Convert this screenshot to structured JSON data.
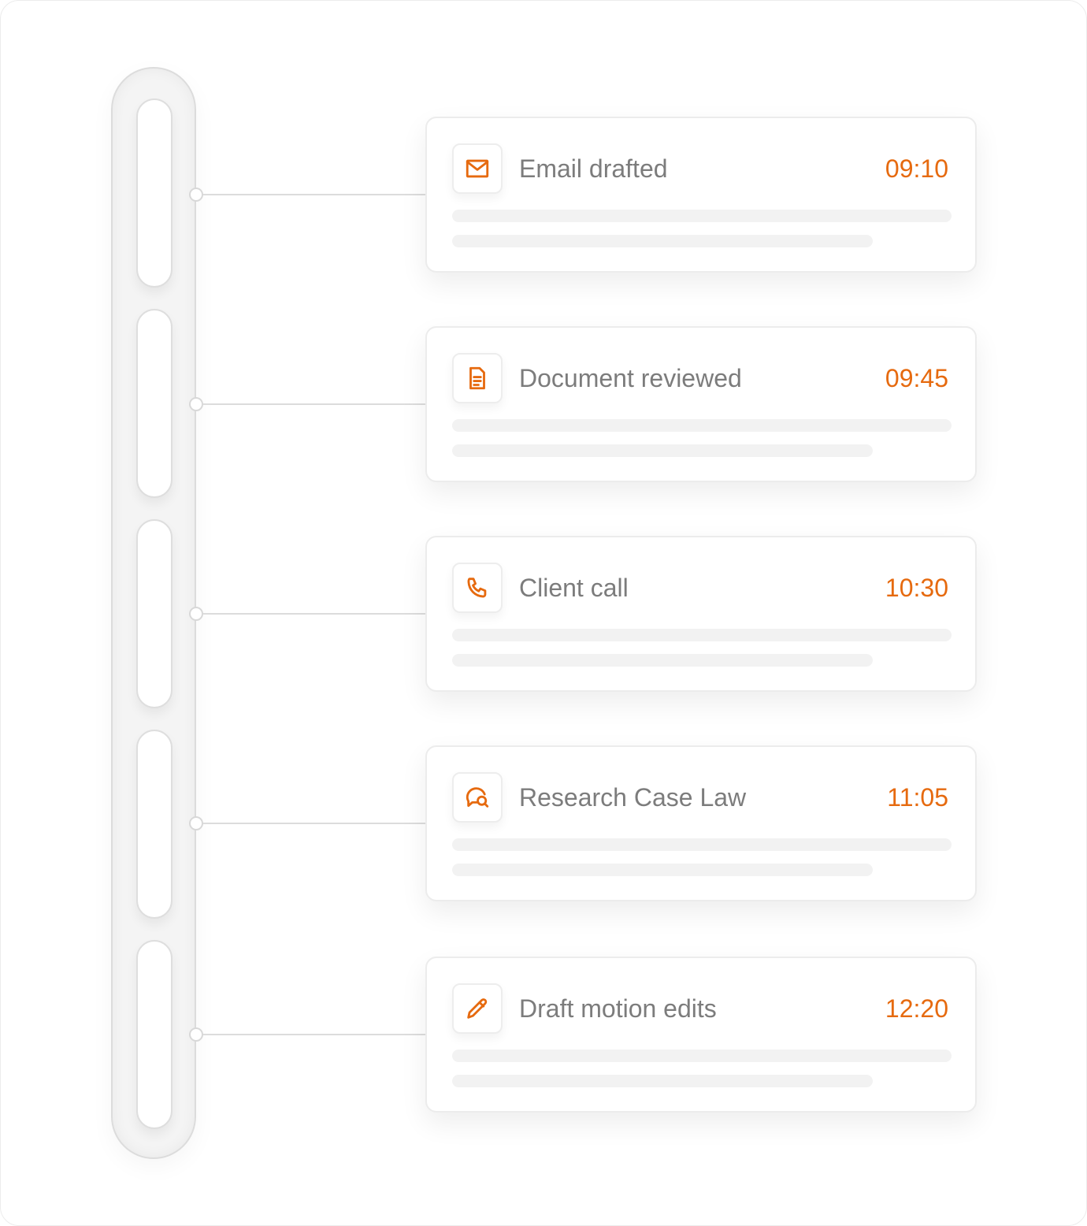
{
  "timeline": {
    "accent_color": "#e66a0f",
    "items": [
      {
        "title": "Email drafted",
        "time": "09:10",
        "icon": "mail-icon"
      },
      {
        "title": "Document reviewed",
        "time": "09:45",
        "icon": "document-icon"
      },
      {
        "title": "Client call",
        "time": "10:30",
        "icon": "phone-icon"
      },
      {
        "title": "Research Case Law",
        "time": "11:05",
        "icon": "search-chat-icon"
      },
      {
        "title": "Draft motion edits",
        "time": "12:20",
        "icon": "pencil-icon"
      }
    ]
  }
}
